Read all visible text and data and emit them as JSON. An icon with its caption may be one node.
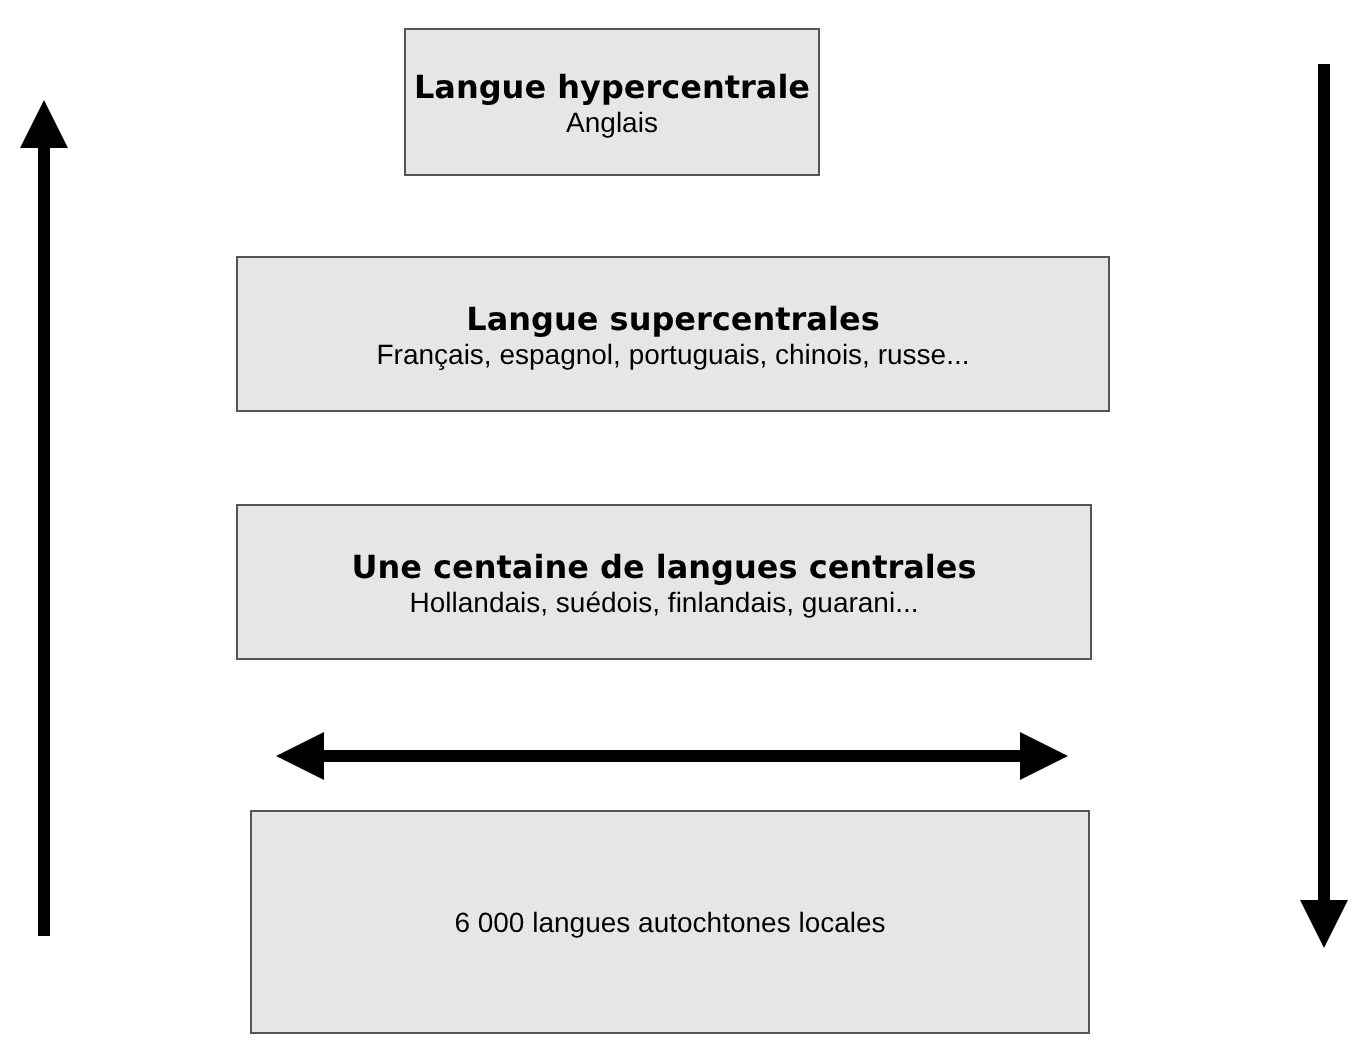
{
  "diagram": {
    "nodes": [
      {
        "text": [
          "Langue hypercentrale",
          "Anglais"
        ]
      },
      {
        "text": [
          "Langue supercentrales",
          "Français, espagnol, portuguais, chinois, russe..."
        ]
      },
      {
        "text": [
          "Une centaine de langues centrales",
          "Hollandais, suédois, finlandais, guarani..."
        ]
      },
      {
        "text": [
          "6 000 langues autochtones locales"
        ]
      }
    ]
  }
}
